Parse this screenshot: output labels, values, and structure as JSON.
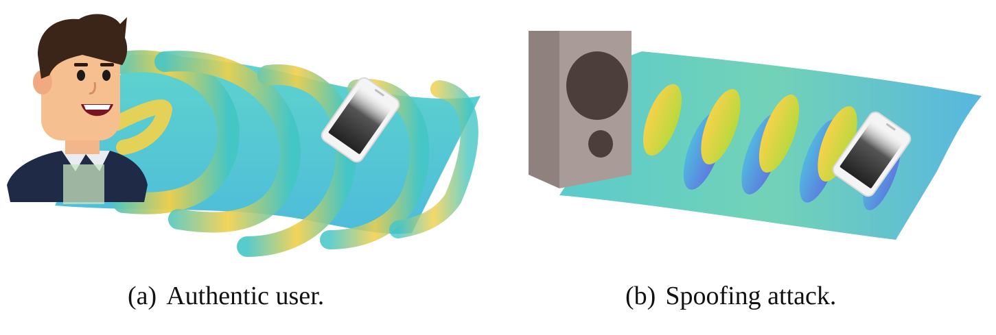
{
  "figure": {
    "panels": [
      {
        "id": "a",
        "tag": "(a)",
        "label": "Authentic user."
      },
      {
        "id": "b",
        "tag": "(b)",
        "label": "Spoofing attack."
      }
    ]
  },
  "colors": {
    "wave_peak": "#f7d64a",
    "wave_mid": "#b9de3c",
    "wave_low": "#45c8c4",
    "wave_trough": "#5a74e6",
    "speaker_body": "#a99b97",
    "speaker_cone": "#4b3e3b",
    "hair": "#3b2418",
    "skin": "#f6bf8f",
    "jacket": "#1f2a47"
  }
}
